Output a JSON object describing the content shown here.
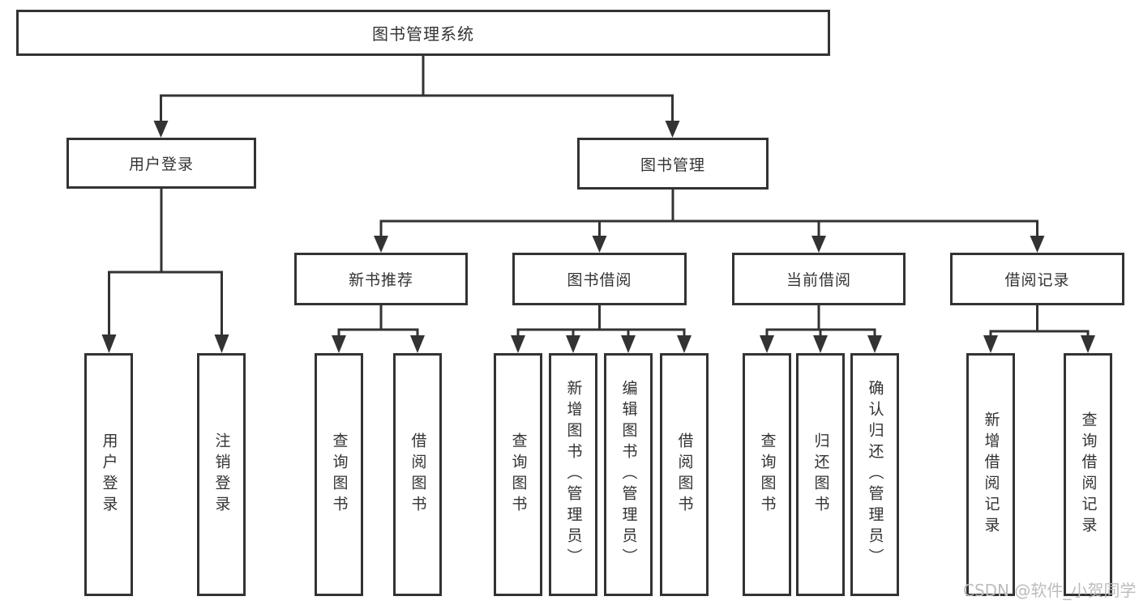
{
  "tree": {
    "root": "图书管理系统",
    "level2": [
      "用户登录",
      "图书管理"
    ],
    "level3": [
      "新书推荐",
      "图书借阅",
      "当前借阅",
      "借阅记录"
    ],
    "leaves": {
      "user_login": [
        "用户登录",
        "注销登录"
      ],
      "new_book_recommendation": [
        "查询图书",
        "借阅图书"
      ],
      "book_borrowing": [
        "查询图书",
        "新增图书（管理员）",
        "编辑图书（管理员）",
        "借阅图书"
      ],
      "current_borrowing": [
        "查询图书",
        "归还图书",
        "确认归还（管理员）"
      ],
      "borrowing_records": [
        "新增借阅记录",
        "查询借阅记录"
      ]
    }
  },
  "watermark": "CSDN @软件_小贺同学",
  "colors": {
    "line": "#333333",
    "text": "#333333",
    "watermark": "#bcbcbc",
    "background": "#ffffff"
  }
}
